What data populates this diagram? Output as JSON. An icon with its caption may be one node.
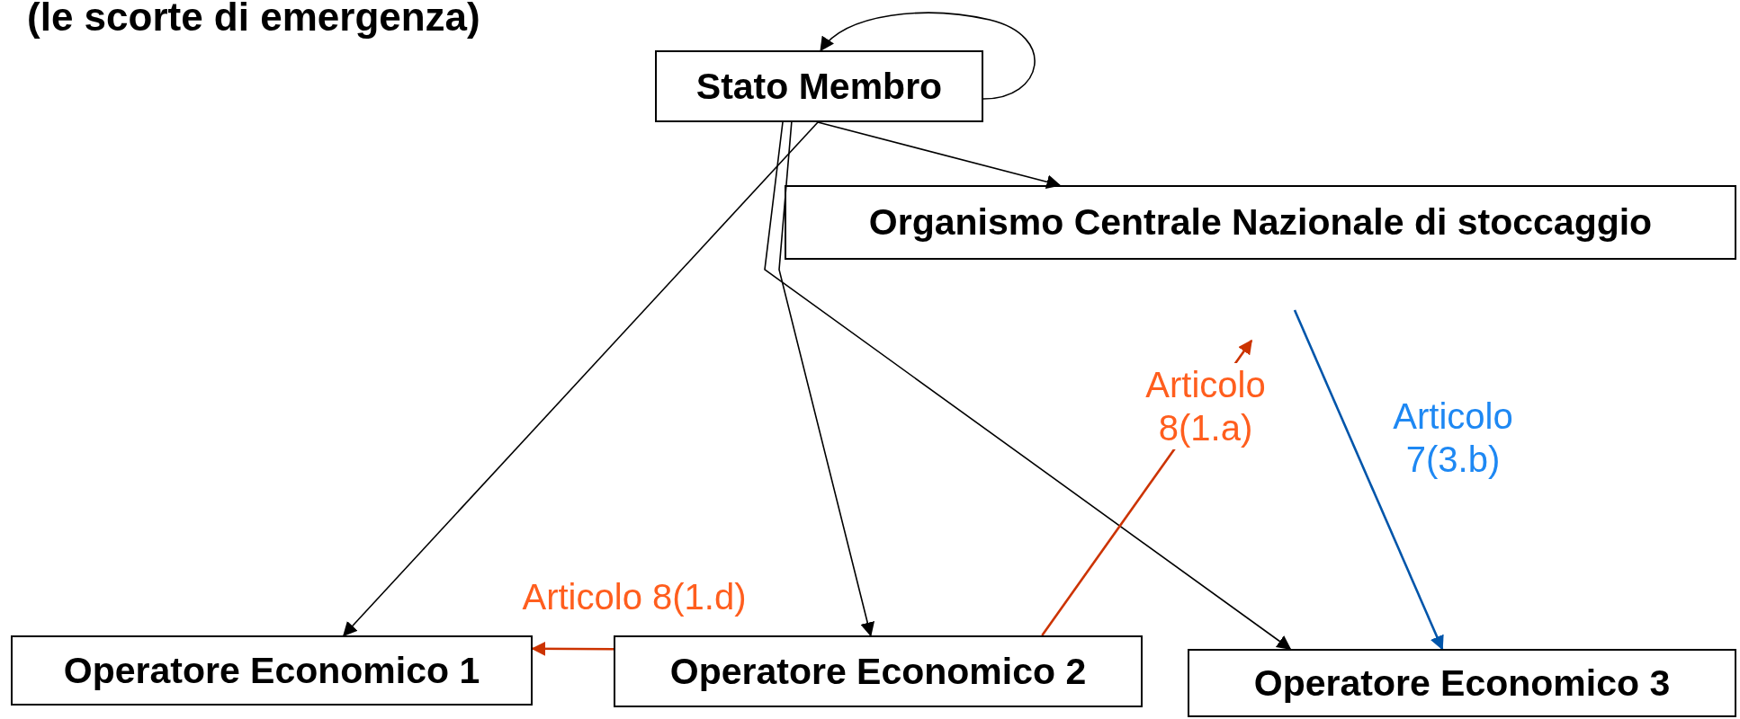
{
  "diagram": {
    "title": "(le scorte di emergenza)",
    "nodes": [
      {
        "text": [
          "Stato Membro"
        ]
      },
      {
        "text": [
          "Organismo Centrale Nazionale di stoccaggio"
        ]
      },
      {
        "text": [
          "Operatore Economico 1"
        ]
      },
      {
        "text": [
          "Operatore Economico 2"
        ]
      },
      {
        "text": [
          "Operatore Economico 3"
        ]
      }
    ],
    "edges": [
      {
        "from": 0,
        "to": 0,
        "arrow": "to"
      },
      {
        "from": 0,
        "to": 1,
        "arrow": "to"
      },
      {
        "from": 0,
        "to": 2,
        "arrow": "to"
      },
      {
        "from": 0,
        "to": 3,
        "arrow": "to"
      },
      {
        "from": 0,
        "to": 4,
        "arrow": "to"
      },
      {
        "from": 3,
        "to": 2,
        "arrow": "to",
        "label": "Articolo 8(1.d)",
        "color": "#cc3300"
      },
      {
        "from": 3,
        "to": null,
        "arrow": "to",
        "label": "Articolo 8(1.a)",
        "color": "#cc3300"
      },
      {
        "from": null,
        "to": 4,
        "arrow": "to",
        "label": "Articolo 7(3.b)",
        "color": "#0055aa"
      }
    ]
  }
}
